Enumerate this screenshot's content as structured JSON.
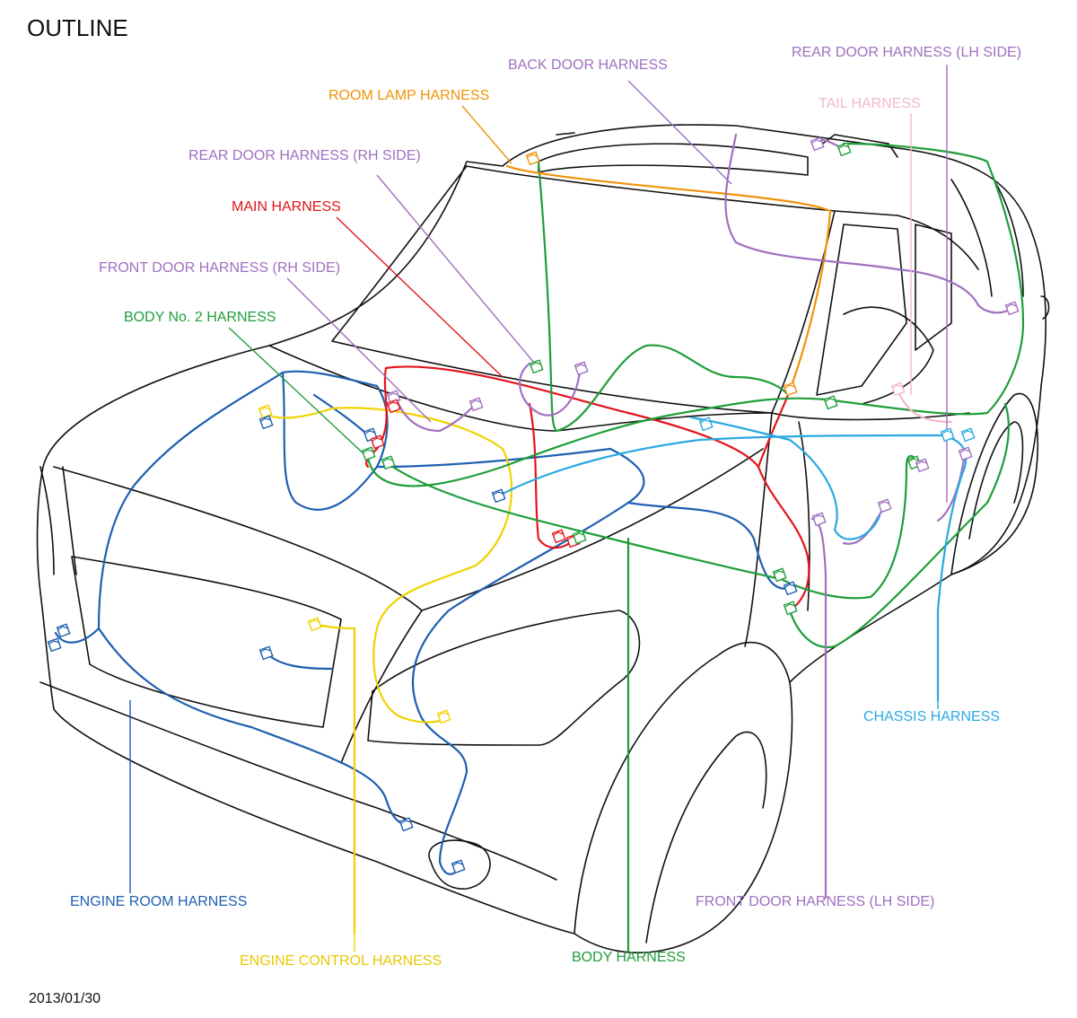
{
  "title": "OUTLINE",
  "date": "2013/01/30",
  "colors": {
    "main": "#e3141b",
    "body": "#1f9e3a",
    "engine_room": "#1f5fb0",
    "engine_control": "#f0d200",
    "room_lamp": "#f0930a",
    "door": "#a070c0",
    "tail": "#f4b8c8",
    "chassis": "#2aa9e0"
  },
  "labels": {
    "back_door": "BACK DOOR HARNESS",
    "rear_door_lh": "REAR DOOR HARNESS (LH SIDE)",
    "room_lamp": "ROOM LAMP HARNESS",
    "tail": "TAIL HARNESS",
    "rear_door_rh": "REAR DOOR HARNESS (RH SIDE)",
    "main": "MAIN HARNESS",
    "front_door_rh": "FRONT DOOR HARNESS (RH SIDE)",
    "body_no2": "BODY No. 2 HARNESS",
    "chassis": "CHASSIS HARNESS",
    "engine_room": "ENGINE ROOM HARNESS",
    "front_door_lh": "FRONT DOOR HARNESS (LH SIDE)",
    "engine_control": "ENGINE CONTROL HARNESS",
    "body": "BODY HARNESS"
  }
}
